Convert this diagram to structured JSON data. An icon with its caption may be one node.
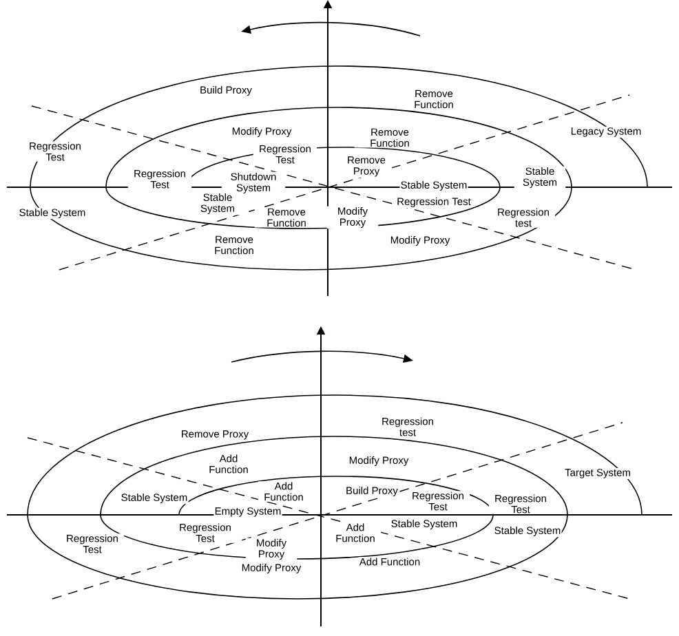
{
  "diagram": {
    "labels": [
      "Build Proxy",
      "Remove Function",
      "Modify Proxy",
      "Remove Function",
      "Legacy System",
      "Regression Test",
      "Regression Test",
      "Remove Proxy",
      "Regression Test",
      "Shutdown System",
      "Stable System",
      "Stable System",
      "Stable System",
      "Stable System",
      "Remove Function",
      "Modify Proxy",
      "Regression Test",
      "Regression test",
      "Remove Function",
      "Modify Proxy",
      "Remove Proxy",
      "Regression test",
      "Add Function",
      "Modify Proxy",
      "Target System",
      "Add Function",
      "Build Proxy",
      "Stable System",
      "Regression Test",
      "Regression Test",
      "Empty System",
      "Add Function",
      "Stable System",
      "Stable System",
      "Regression Test",
      "Regression Test",
      "Modify Proxy",
      "Modify Proxy",
      "Add Function"
    ]
  }
}
